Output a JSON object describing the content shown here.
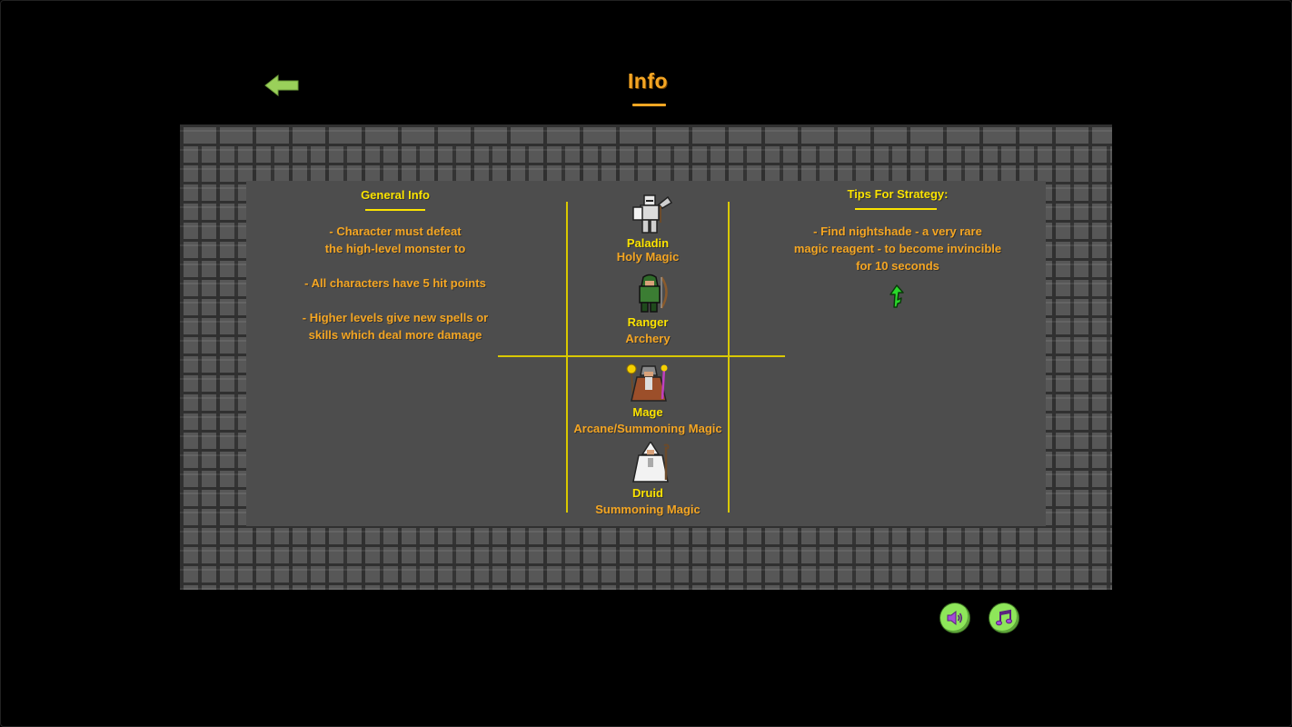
{
  "header": {
    "title": "Info",
    "back_icon": "arrow-left-icon"
  },
  "colors": {
    "title": "#f5a623",
    "heading": "#fbe300",
    "body_text": "#f5a623",
    "accent_green": "#8ee65a"
  },
  "general_info": {
    "heading": "General Info",
    "lines": [
      "- Character must defeat",
      "the high-level monster to",
      "",
      "- All characters have 5 hit points",
      "",
      "- Higher levels give new spells or",
      "skills which deal more damage"
    ]
  },
  "characters": [
    {
      "name": "Paladin",
      "skill": "Holy Magic",
      "icon": "paladin-sprite"
    },
    {
      "name": "Ranger",
      "skill": "Archery",
      "icon": "ranger-sprite"
    },
    {
      "name": "Mage",
      "skill": "Arcane/Summoning Magic",
      "icon": "mage-sprite"
    },
    {
      "name": "Druid",
      "skill": "Summoning Magic",
      "icon": "druid-sprite"
    }
  ],
  "strategy": {
    "heading": "Tips For Strategy:",
    "lines": [
      "- Find nightshade - a very rare",
      "magic reagent - to become invincible",
      "for 10 seconds"
    ],
    "icon": "nightshade-plant-icon"
  },
  "controls": {
    "sound_icon": "speaker-icon",
    "music_icon": "music-note-icon"
  }
}
